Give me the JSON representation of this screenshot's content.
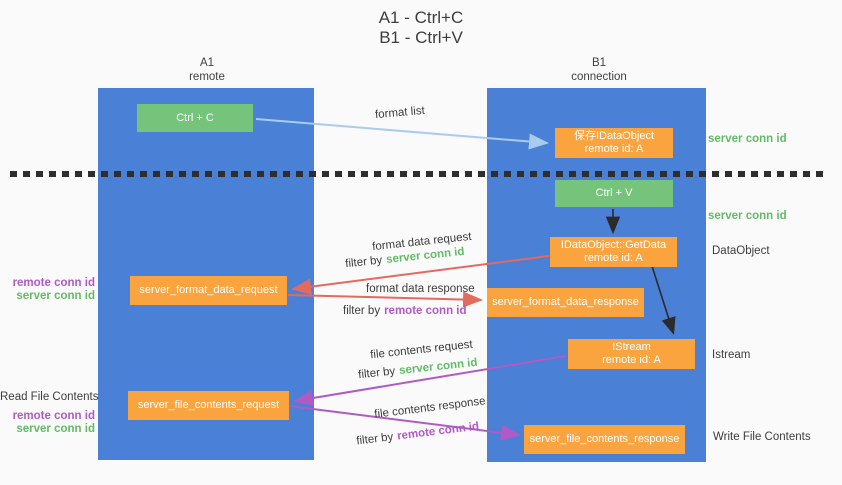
{
  "title": {
    "line1": "A1 - Ctrl+C",
    "line2": "B1 - Ctrl+V"
  },
  "columns": {
    "a1": {
      "name": "A1",
      "sub": "remote"
    },
    "b1": {
      "name": "B1",
      "sub": "connection"
    }
  },
  "nodes": {
    "ctrl_c": {
      "label": "Ctrl + C"
    },
    "ctrl_v": {
      "label": "Ctrl + V"
    },
    "save_dataobject": {
      "line1": "保存IDataObject",
      "line2": "remote id: A"
    },
    "getdata": {
      "line1": "IDataObject::GetData",
      "line2": "remote id: A"
    },
    "istream": {
      "line1": "IStream",
      "line2": "remote id: A"
    },
    "server_format_data_request": {
      "label": "server_format_data_request"
    },
    "server_format_data_response": {
      "label": "server_format_data_response"
    },
    "server_file_contents_request": {
      "label": "server_file_contents_request"
    },
    "server_file_contents_response": {
      "label": "server_file_contents_response"
    }
  },
  "flow_labels": {
    "format_list": "format list",
    "format_data_request": "format data request",
    "format_data_response": "format data response",
    "file_contents_request": "file contents request",
    "file_contents_response": "file contents response",
    "filter_by": "filter by",
    "server_conn_id": "server conn id",
    "remote_conn_id": "remote conn id"
  },
  "side_labels": {
    "server_conn_id_top": "server conn id",
    "server_conn_id_mid": "server conn id",
    "dataobject": "DataObject",
    "istream": "Istream",
    "write_file_contents": "Write File Contents",
    "read_file_contents": "Read File Contents",
    "remote_conn_id_left_top": "remote conn id",
    "server_conn_id_left_top": "server conn id",
    "remote_conn_id_left_bottom": "remote conn id",
    "server_conn_id_left_bottom": "server conn id"
  },
  "colors": {
    "column_blue": "#4a80d5",
    "box_orange": "#f9a43f",
    "box_green": "#76c47c",
    "arrow_light_blue": "#a8cdec",
    "arrow_red": "#e4695f",
    "arrow_purple": "#b05ac4",
    "arrow_black": "#2b2b2b",
    "text_green": "#62bb66",
    "text_purple": "#b05ac4",
    "text_dark": "#3d3d3d",
    "background": "#fafafa"
  }
}
